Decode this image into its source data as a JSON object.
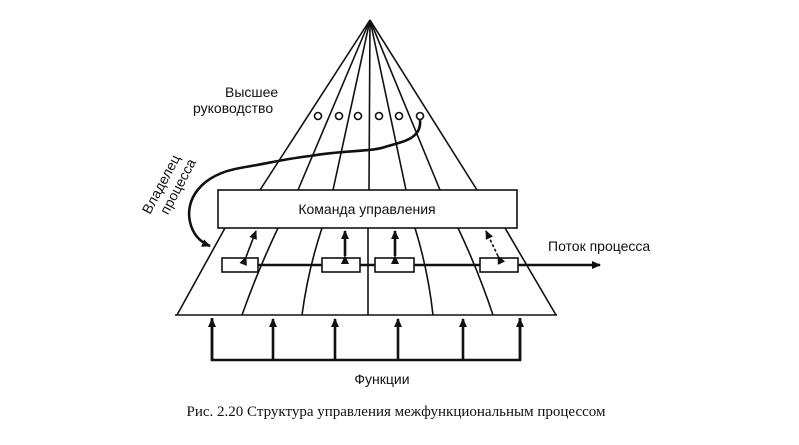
{
  "labels": {
    "top_management_line1": "Высшее",
    "top_management_line2": "руководство",
    "process_owner_line1": "Владелец",
    "process_owner_line2": "процесса",
    "management_team": "Команда управления",
    "process_flow": "Поток процесса",
    "functions": "Функции"
  },
  "caption": "Рис. 2.20 Структура управления межфункциональным процессом",
  "counts": {
    "top_managers": 6,
    "process_steps": 4,
    "functions": 6
  }
}
